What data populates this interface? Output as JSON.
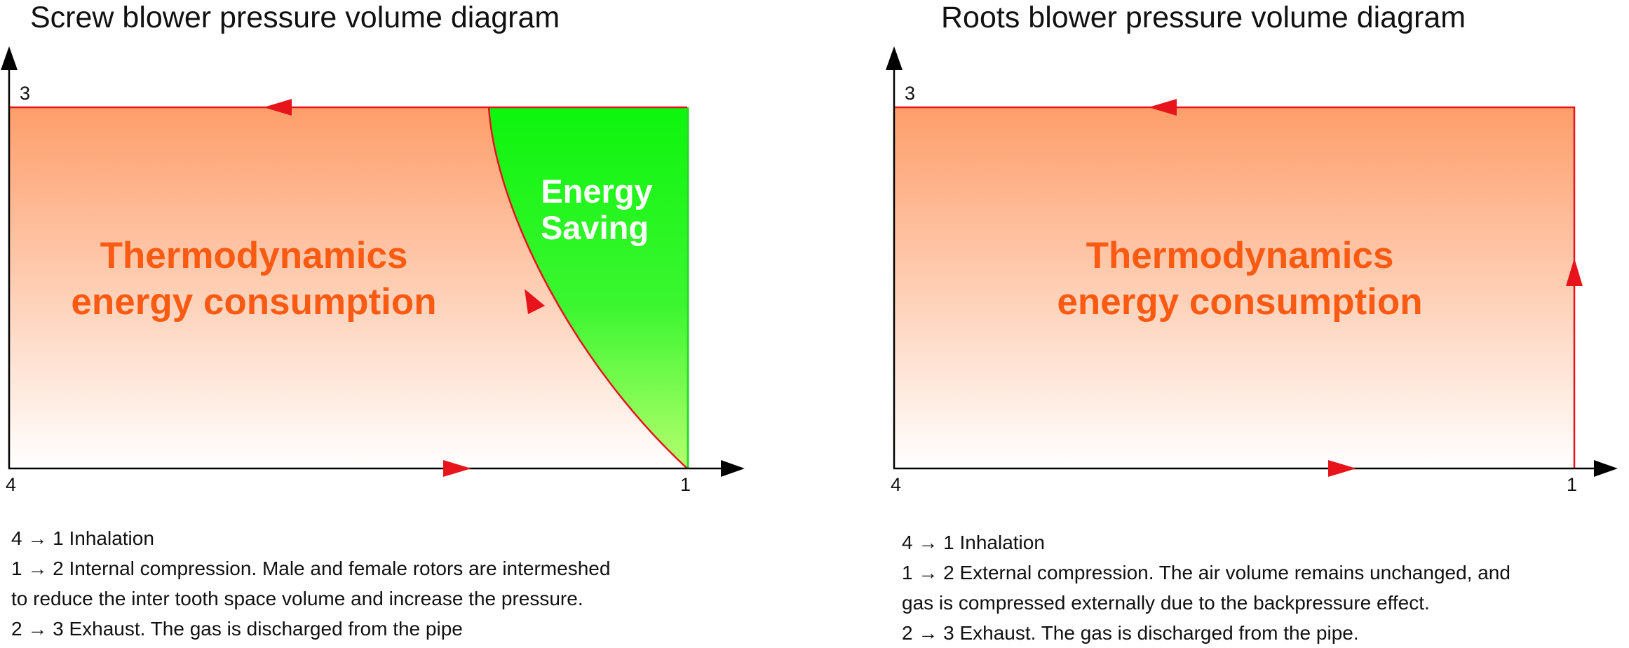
{
  "diagrams": [
    {
      "id": "screw",
      "title": "Screw blower pressure volume diagram",
      "points": {
        "p3": "3",
        "p4": "4",
        "p1": "1"
      },
      "area_label_lines": [
        "Thermodynamics",
        "energy consumption"
      ],
      "saving_label_lines": [
        "Energy",
        "Saving"
      ],
      "steps": [
        "4 → 1 Inhalation",
        "1 → 2 Internal compression. Male and female rotors are intermeshed",
        "to reduce the inter tooth space volume and increase the pressure.",
        "2 → 3 Exhaust. The gas is discharged from the pipe"
      ]
    },
    {
      "id": "roots",
      "title": "Roots blower pressure volume diagram",
      "points": {
        "p3": "3",
        "p4": "4",
        "p1": "1"
      },
      "area_label_lines": [
        "Thermodynamics",
        "energy consumption"
      ],
      "steps": [
        "4 → 1 Inhalation",
        "1 → 2 External compression. The air volume remains unchanged, and",
        "gas is compressed externally due to the backpressure effect.",
        "2 → 3 Exhaust. The gas is discharged from the pipe."
      ]
    }
  ],
  "colors": {
    "area_top": "#fd9e6a",
    "area_bottom": "#ffffff",
    "area_text": "#fb5a12",
    "saving_top": "#0df50d",
    "saving_bottom": "#b6ff6e",
    "cycle_line": "#e8141c",
    "axis": "#000000"
  }
}
